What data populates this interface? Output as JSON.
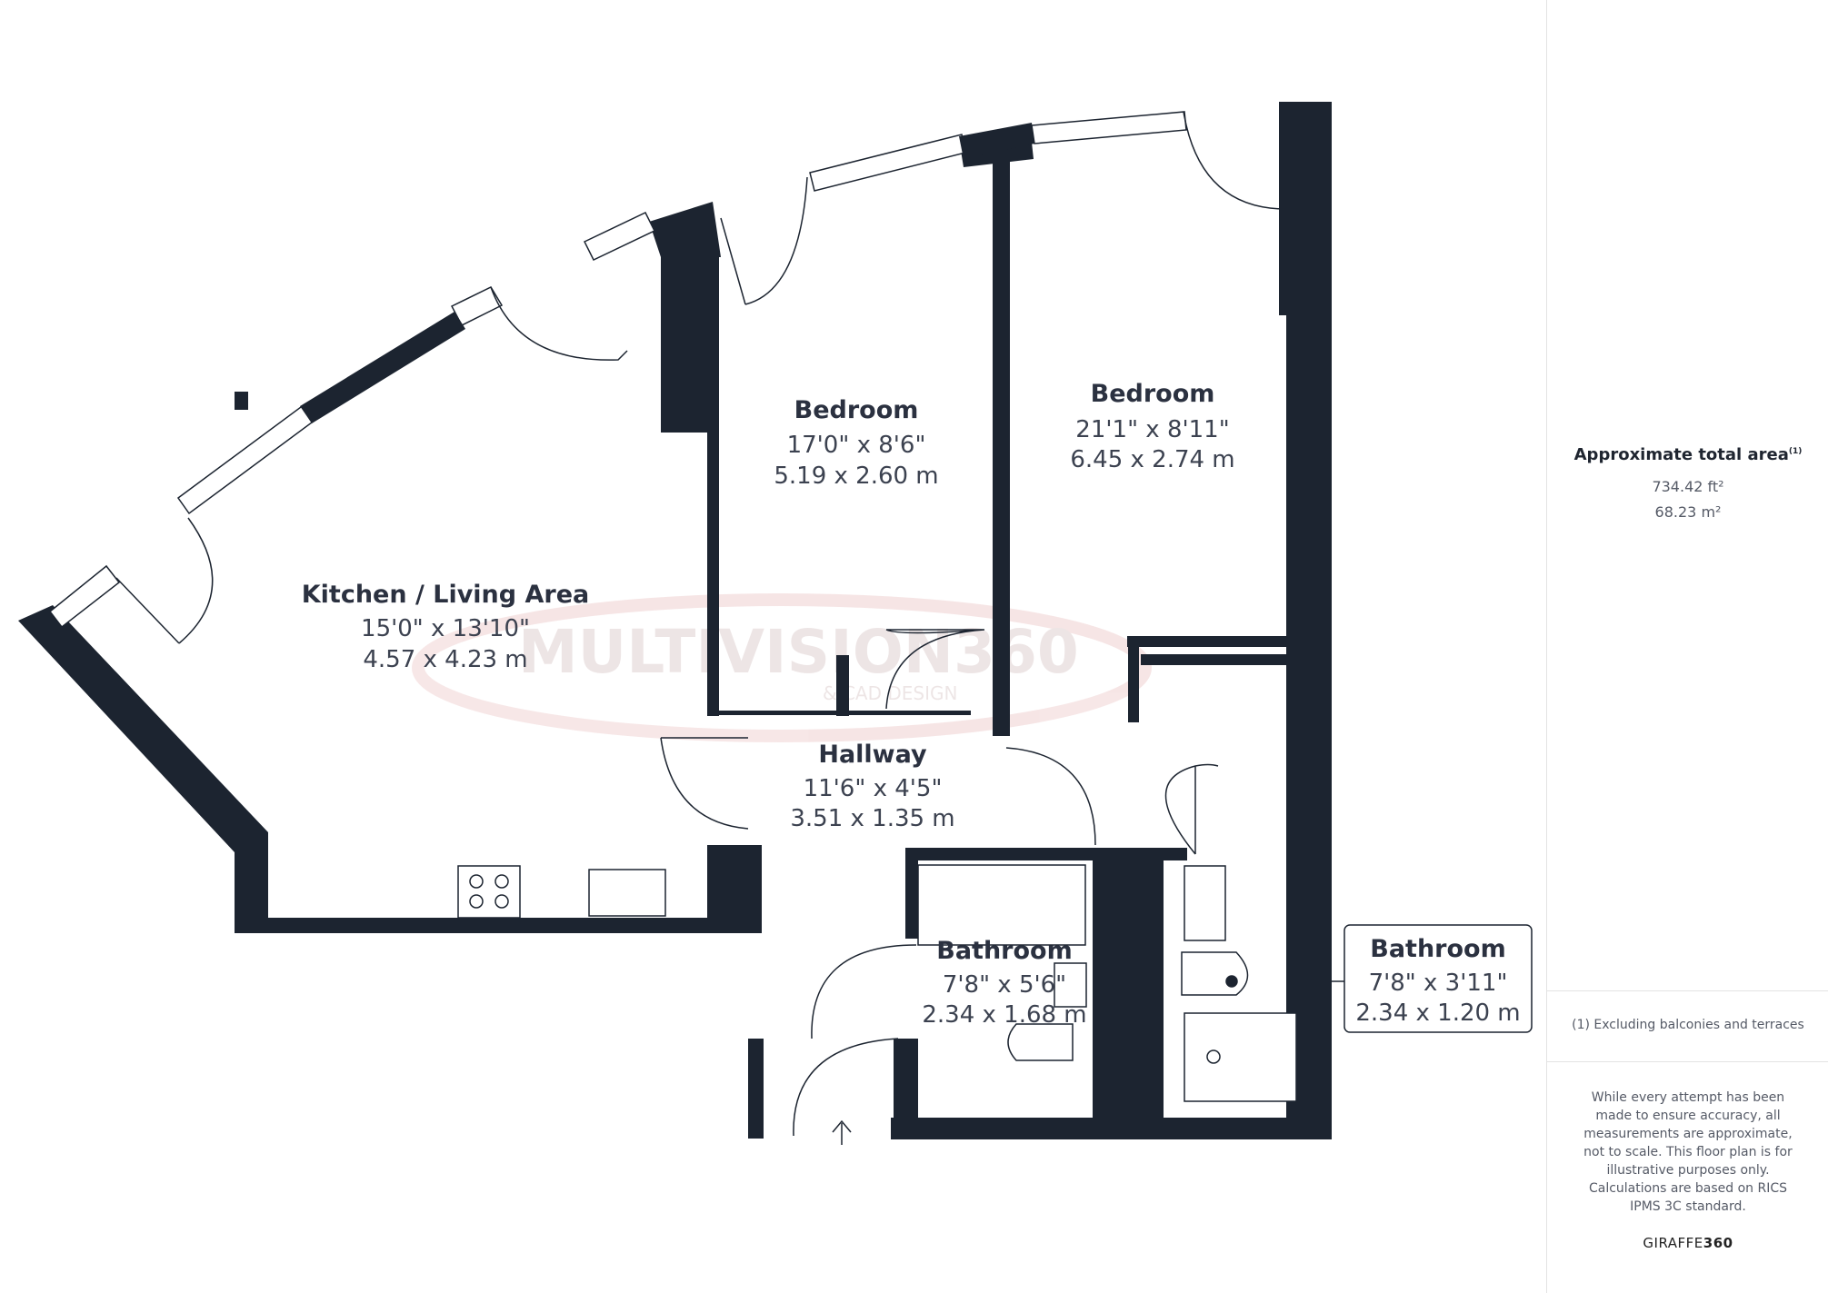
{
  "rooms": {
    "kitchen": {
      "name": "Kitchen / Living Area",
      "imperial": "15'0\" x 13'10\"",
      "metric": "4.57 x 4.23 m"
    },
    "bedroom1": {
      "name": "Bedroom",
      "imperial": "17'0\" x 8'6\"",
      "metric": "5.19 x 2.60 m"
    },
    "bedroom2": {
      "name": "Bedroom",
      "imperial": "21'1\" x 8'11\"",
      "metric": "6.45 x 2.74 m"
    },
    "hallway": {
      "name": "Hallway",
      "imperial": "11'6\" x 4'5\"",
      "metric": "3.51 x 1.35 m"
    },
    "bathroom1": {
      "name": "Bathroom",
      "imperial": "7'8\" x 5'6\"",
      "metric": "2.34 x 1.68 m"
    },
    "bathroom2": {
      "name": "Bathroom",
      "imperial": "7'8\" x 3'11\"",
      "metric": "2.34 x 1.20 m"
    }
  },
  "watermark": {
    "text": "MULTIVISION360",
    "sub": "& CAD DESIGN"
  },
  "sidebar": {
    "area_title": "Approximate total area",
    "area_note_marker": "(1)",
    "area_ft": "734.42 ft²",
    "area_m": "68.23 m²",
    "footnote": "(1) Excluding balconies and terraces",
    "disclaimer": "While every attempt has been made to ensure accuracy, all measurements are approximate, not to scale. This floor plan is for illustrative purposes only.",
    "calc_note": "Calculations are based on RICS IPMS 3C standard.",
    "brand_a": "GIRAFFE",
    "brand_b": "360"
  },
  "colors": {
    "wall": "#1c2430",
    "text": "#2b3140",
    "background": "#ffffff"
  }
}
